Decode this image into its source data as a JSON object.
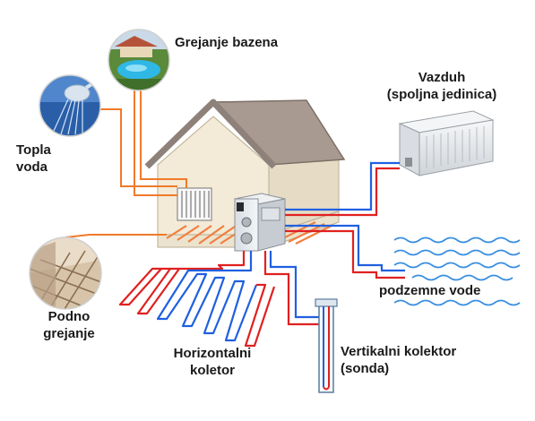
{
  "labels": {
    "pool_heating": "Grejanje bazena",
    "air_unit": "Vazduh\n(spoljna jedinica)",
    "hot_water": "Topla\nvoda",
    "groundwater": "podzemne vode",
    "floor_heating": "Podno\ngrejanje",
    "horizontal_collector": "Horizontalni\nkoletor",
    "vertical_collector": "Vertikalni kolektor\n(sonda)"
  },
  "colors": {
    "hot_pipe": "#e02020",
    "cold_pipe": "#2060e0",
    "leader_line": "#f07a2a",
    "water_waves": "#3a8fe0",
    "roof": "#a89a90",
    "wall": "#f3ead7",
    "floor_heat": "#f08040"
  },
  "icons": [
    "pool-photo-icon",
    "shower-photo-icon",
    "floor-tiles-photo-icon",
    "heat-pump-unit-icon",
    "outdoor-ac-unit-icon",
    "radiator-icon"
  ]
}
